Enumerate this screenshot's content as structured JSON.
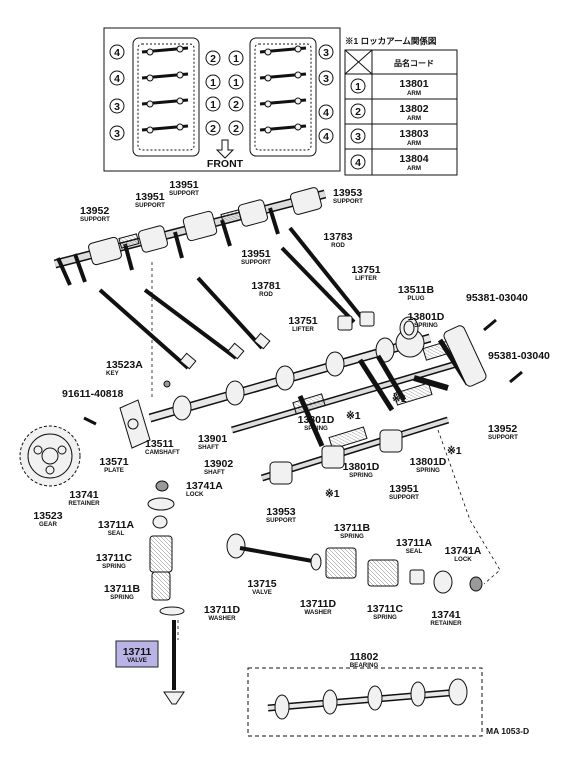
{
  "inset": {
    "front_label": "FRONT",
    "left_bank_numbers": [
      "4",
      "4",
      "3",
      "3"
    ],
    "left_center_numbers": [
      "2",
      "1",
      "1",
      "2"
    ],
    "right_center_numbers": [
      "1",
      "1",
      "2",
      "2"
    ],
    "right_bank_numbers": [
      "3",
      "3",
      "4",
      "4"
    ]
  },
  "legend": {
    "title": "※1 ロッカアーム関係図",
    "header": "品名コード",
    "rows": [
      {
        "num": "1",
        "code": "13801",
        "name": "ARM"
      },
      {
        "num": "2",
        "code": "13802",
        "name": "ARM"
      },
      {
        "num": "3",
        "code": "13803",
        "name": "ARM"
      },
      {
        "num": "4",
        "code": "13804",
        "name": "ARM"
      }
    ]
  },
  "callouts": [
    {
      "id": "13951a",
      "num": "13951",
      "name": "SUPPORT"
    },
    {
      "id": "13951b",
      "num": "13951",
      "name": "SUPPORT"
    },
    {
      "id": "13953a",
      "num": "13953",
      "name": "SUPPORT"
    },
    {
      "id": "13952a",
      "num": "13952",
      "name": "SUPPORT"
    },
    {
      "id": "13951c",
      "num": "13951",
      "name": "SUPPORT"
    },
    {
      "id": "13783",
      "num": "13783",
      "name": "ROD"
    },
    {
      "id": "13751a",
      "num": "13751",
      "name": "LIFTER"
    },
    {
      "id": "13781",
      "num": "13781",
      "name": "ROD"
    },
    {
      "id": "13511b",
      "num": "13511B",
      "name": "PLUG"
    },
    {
      "id": "95381a",
      "num": "95381-03040",
      "name": ""
    },
    {
      "id": "13801da",
      "num": "13801D",
      "name": "SPRING"
    },
    {
      "id": "13751b",
      "num": "13751",
      "name": "LIFTER"
    },
    {
      "id": "95381b",
      "num": "95381-03040",
      "name": ""
    },
    {
      "id": "13523a",
      "num": "13523A",
      "name": "KEY"
    },
    {
      "id": "91611",
      "num": "91611-40818",
      "name": ""
    },
    {
      "id": "13801db",
      "num": "13801D",
      "name": "SPRING"
    },
    {
      "id": "13952b",
      "num": "13952",
      "name": "SUPPORT"
    },
    {
      "id": "13901",
      "num": "13901",
      "name": "SHAFT"
    },
    {
      "id": "13511",
      "num": "13511",
      "name": "CAMSHAFT"
    },
    {
      "id": "13571",
      "num": "13571",
      "name": "PLATE"
    },
    {
      "id": "13902",
      "num": "13902",
      "name": "SHAFT"
    },
    {
      "id": "13801dc",
      "num": "13801D",
      "name": "SPRING"
    },
    {
      "id": "13801dd",
      "num": "13801D",
      "name": "SPRING"
    },
    {
      "id": "13951d",
      "num": "13951",
      "name": "SUPPORT"
    },
    {
      "id": "13741a",
      "num": "13741",
      "name": "RETAINER"
    },
    {
      "id": "13741aa",
      "num": "13741A",
      "name": "LOCK"
    },
    {
      "id": "13523",
      "num": "13523",
      "name": "GEAR"
    },
    {
      "id": "13953b",
      "num": "13953",
      "name": "SUPPORT"
    },
    {
      "id": "13711a",
      "num": "13711A",
      "name": "SEAL"
    },
    {
      "id": "13711b",
      "num": "13711B",
      "name": "SPRING"
    },
    {
      "id": "13711c",
      "num": "13711C",
      "name": "SPRING"
    },
    {
      "id": "13711aa",
      "num": "13711A",
      "name": "SEAL"
    },
    {
      "id": "13741ab",
      "num": "13741A",
      "name": "LOCK"
    },
    {
      "id": "13711bb",
      "num": "13711B",
      "name": "SPRING"
    },
    {
      "id": "13715",
      "num": "13715",
      "name": "VALVE"
    },
    {
      "id": "13711d",
      "num": "13711D",
      "name": "WASHER"
    },
    {
      "id": "13711cb",
      "num": "13711C",
      "name": "SPRING"
    },
    {
      "id": "13741b",
      "num": "13741",
      "name": "RETAINER"
    },
    {
      "id": "13711db",
      "num": "13711D",
      "name": "WASHER"
    },
    {
      "id": "13711",
      "num": "13711",
      "name": "VALVE"
    },
    {
      "id": "11802",
      "num": "11802",
      "name": "BEARING"
    }
  ],
  "ref_marks": [
    "※1",
    "※1",
    "※1",
    "※1"
  ],
  "figure_code": "MA 1053-D"
}
